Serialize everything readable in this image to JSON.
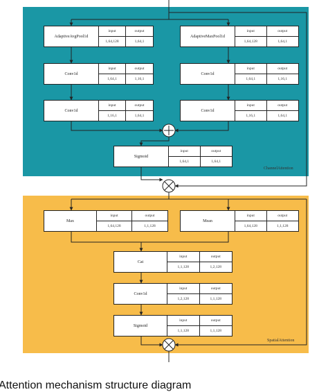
{
  "colors": {
    "channel_bg": "#1a97a5",
    "spatial_bg": "#f7bc4a",
    "box_bg": "#ffffff",
    "line": "#222222"
  },
  "channel": {
    "label": "ChannelAttention",
    "modules": [
      {
        "name": "AdaptiveAvgPool1d",
        "in_h": "input",
        "out_h": "output",
        "in_v": "1,64,128",
        "out_v": "1,64,1"
      },
      {
        "name": "AdaptiveMaxPool1d",
        "in_h": "input",
        "out_h": "output",
        "in_v": "1,64,128",
        "out_v": "1,64,1"
      },
      {
        "name": "Conv1d",
        "in_h": "input",
        "out_h": "output",
        "in_v": "1,64,1",
        "out_v": "1,16,1"
      },
      {
        "name": "Conv1d",
        "in_h": "input",
        "out_h": "output",
        "in_v": "1,64,1",
        "out_v": "1,16,1"
      },
      {
        "name": "Conv1d",
        "in_h": "input",
        "out_h": "output",
        "in_v": "1,16,1",
        "out_v": "1,64,1"
      },
      {
        "name": "Conv1d",
        "in_h": "input",
        "out_h": "output",
        "in_v": "1,16,1",
        "out_v": "1,64,1"
      },
      {
        "name": "Sigmoid",
        "in_h": "input",
        "out_h": "output",
        "in_v": "1,64,1",
        "out_v": "1,64,1"
      }
    ]
  },
  "spatial": {
    "label": "SpatialAttention",
    "modules": [
      {
        "name": "Max",
        "in_h": "input",
        "out_h": "output",
        "in_v": "1,64,128",
        "out_v": "1,1,128"
      },
      {
        "name": "Mean",
        "in_h": "input",
        "out_h": "output",
        "in_v": "1,64,128",
        "out_v": "1,1,128"
      },
      {
        "name": "Cat",
        "in_h": "input",
        "out_h": "output",
        "in_v": "1,1,128",
        "out_v": "1,2,128"
      },
      {
        "name": "Conv1d",
        "in_h": "input",
        "out_h": "output",
        "in_v": "1,2,128",
        "out_v": "1,1,128"
      },
      {
        "name": "Sigmoid",
        "in_h": "input",
        "out_h": "output",
        "in_v": "1,1,128",
        "out_v": "1,1,128"
      }
    ]
  },
  "caption": "Attention mechanism structure diagram"
}
